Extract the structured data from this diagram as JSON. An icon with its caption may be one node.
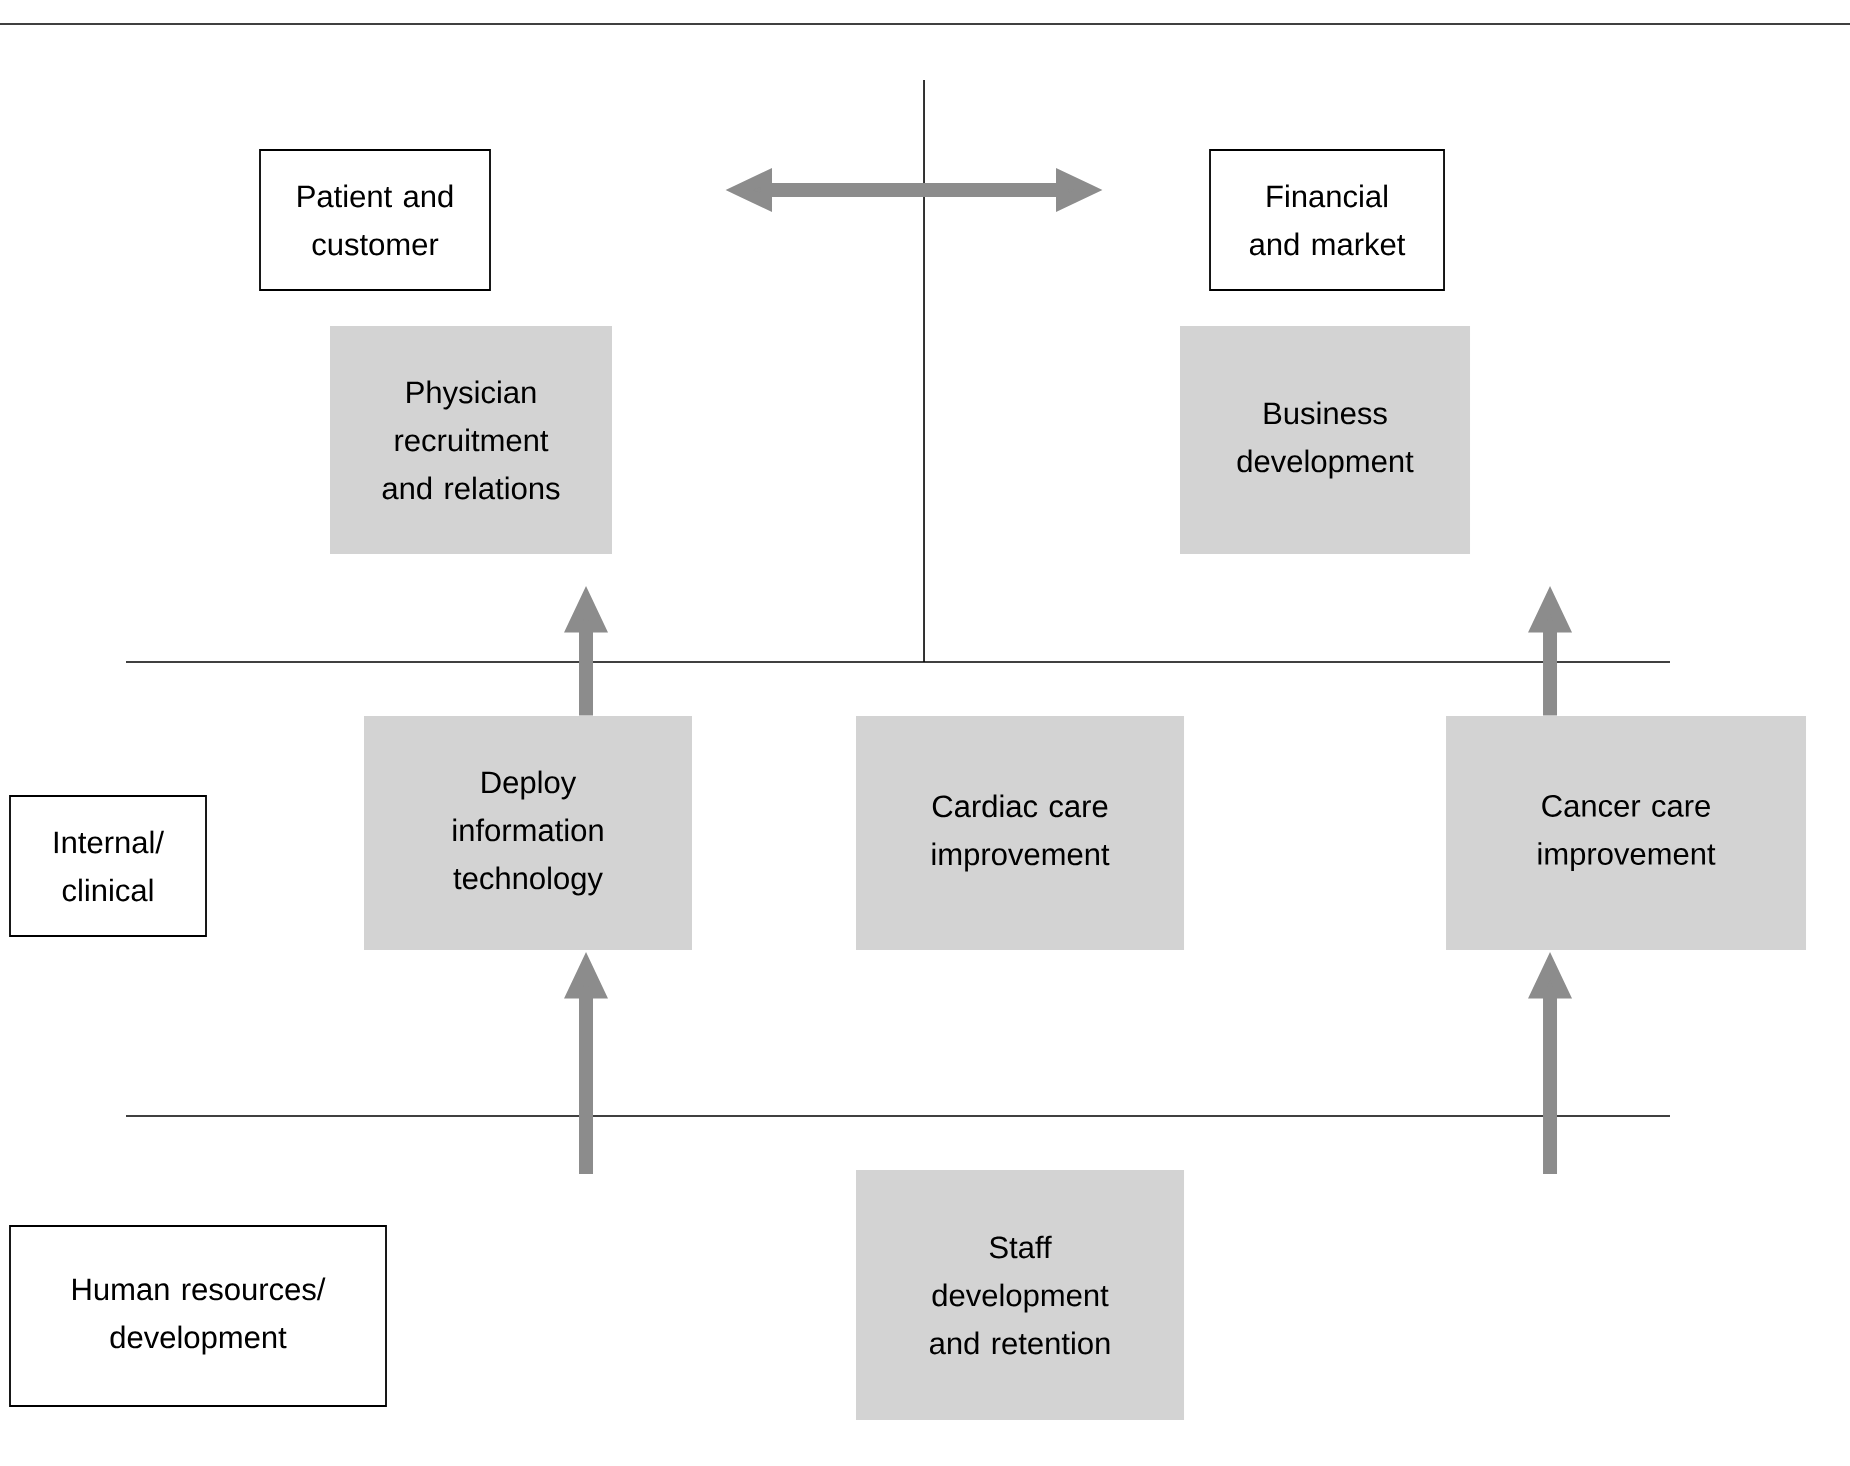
{
  "diagram": {
    "nodes": [
      {
        "text": [
          "Patient and customer"
        ]
      },
      {
        "text": [
          "Financial and market"
        ]
      },
      {
        "text": [
          "Physician recruitment and relations"
        ]
      },
      {
        "text": [
          "Business development"
        ]
      },
      {
        "text": [
          "Internal/ clinical"
        ]
      },
      {
        "text": [
          "Deploy information technology"
        ]
      },
      {
        "text": [
          "Cardiac care improvement"
        ]
      },
      {
        "text": [
          "Cancer care improvement"
        ]
      },
      {
        "text": [
          "Human resources/ development"
        ]
      },
      {
        "text": [
          "Staff development and retention"
        ]
      }
    ],
    "edges": [
      {
        "from": 5,
        "to": 2,
        "arrow": "to"
      },
      {
        "from": 7,
        "to": 3,
        "arrow": "to"
      },
      {
        "from": null,
        "to": 5,
        "arrow": "to"
      },
      {
        "from": null,
        "to": 7,
        "arrow": "to"
      }
    ]
  }
}
